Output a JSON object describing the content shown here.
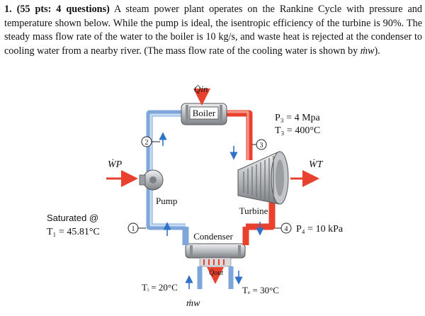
{
  "problem": {
    "heading": "1. (55 pts: 4 questions)",
    "body": "A steam power plant operates on the Rankine Cycle with pressure and temperature shown below. While the pump is ideal, the isentropic efficiency of the turbine is 90%. The steady mass flow rate of the water to the boiler is 10 kg/s, and waste heat is rejected at the condenser to cooling water from a nearby river. (The mass flow rate of the cooling water is shown by ",
    "mdot_w": "ṁw",
    "body_end": ")."
  },
  "diagram": {
    "q_in": "Q̇in",
    "boiler": "Boiler",
    "p3": "P₃ = 4 Mpa",
    "t3": "T₃ = 400°C",
    "state_labels": [
      "1",
      "2",
      "3",
      "4"
    ],
    "w_p": "ẆP",
    "w_t": "ẆT",
    "pump": "Pump",
    "turbine": "Turbine",
    "saturated_1": "Saturated @",
    "saturated_2": "T₁ = 45.81°C",
    "condenser": "Condenser",
    "p4": "P₄ = 10 kPa",
    "q_out": "Q̇out",
    "ti": "Tᵢ = 20°C",
    "te": "Tₑ = 30°C",
    "mdot_w": "ṁw"
  },
  "colors": {
    "cold_pipe": "#8fb2e0",
    "hot_pipe": "#e8412e",
    "cooling_pipe": "#8fb2e0",
    "arrow_red": "#e8412e",
    "arrow_blue": "#2f72c8",
    "metal": "#b9bcc0"
  }
}
